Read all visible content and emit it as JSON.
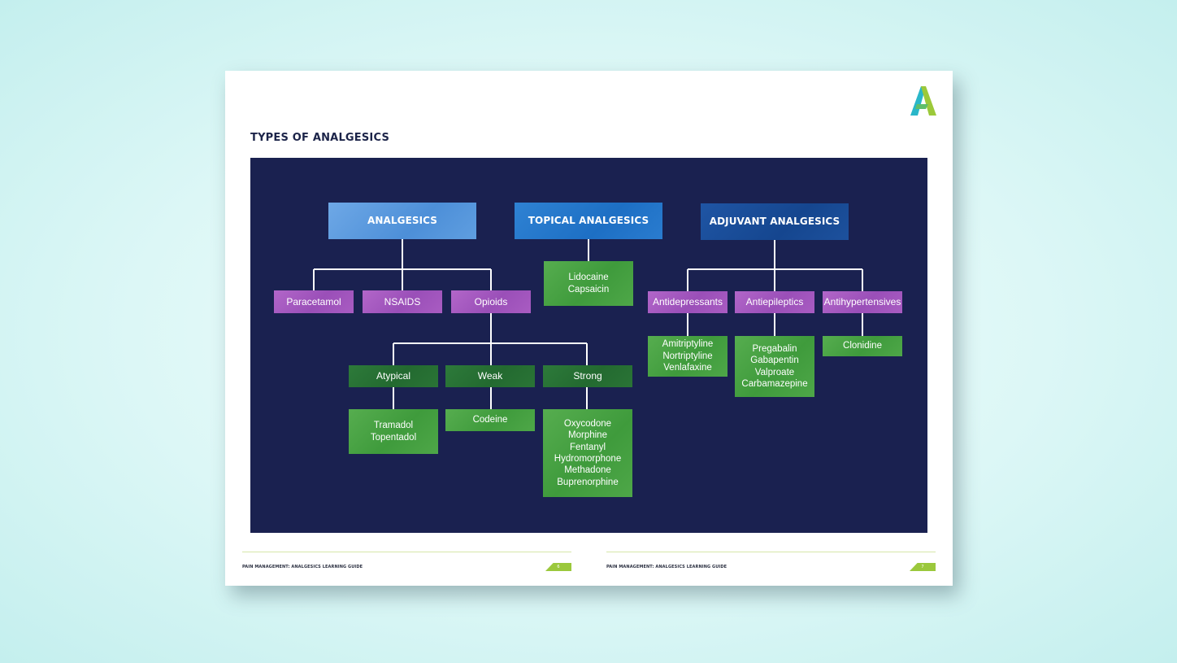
{
  "page_title": "TYPES OF ANALGESICS",
  "colors": {
    "panel": "#1a2150",
    "analgesics": "#5b9be0",
    "topical": "#2478cb",
    "adjuvant": "#194c98",
    "subcategory": "#a457be",
    "strength": "#256d32",
    "drug": "#48a243",
    "connector": "#ffffff",
    "accent": "#9bc83c"
  },
  "headers": {
    "analgesics": "ANALGESICS",
    "topical": "TOPICAL ANALGESICS",
    "adjuvant": "ADJUVANT ANALGESICS"
  },
  "analgesics": {
    "paracetamol": "Paracetamol",
    "nsaids": "NSAIDS",
    "opioids": "Opioids",
    "atypical": "Atypical",
    "weak": "Weak",
    "strong": "Strong",
    "atypical_drugs": [
      "Tramadol",
      "Topentadol"
    ],
    "weak_drugs": [
      "Codeine"
    ],
    "strong_drugs": [
      "Oxycodone",
      "Morphine",
      "Fentanyl",
      "Hydromorphone",
      "Methadone",
      "Buprenorphine"
    ]
  },
  "topical": {
    "drugs": [
      "Lidocaine",
      "Capsaicin"
    ]
  },
  "adjuvant": {
    "antidepressants": "Antidepressants",
    "antiepileptics": "Antiepileptics",
    "antihypertensives": "Antihypertensives",
    "antidepressant_drugs": [
      "Amitriptyline",
      "Nortriptyline",
      "Venlafaxine"
    ],
    "antiepileptic_drugs": [
      "Pregabalin",
      "Gabapentin",
      "Valproate",
      "Carbamazepine"
    ],
    "antihypertensive_drugs": [
      "Clonidine"
    ]
  },
  "footer": {
    "left_text": "PAIN MANAGEMENT: ANALGESICS LEARNING GUIDE",
    "right_text": "PAIN MANAGEMENT: ANALGESICS LEARNING GUIDE",
    "left_page": "6",
    "right_page": "7"
  }
}
